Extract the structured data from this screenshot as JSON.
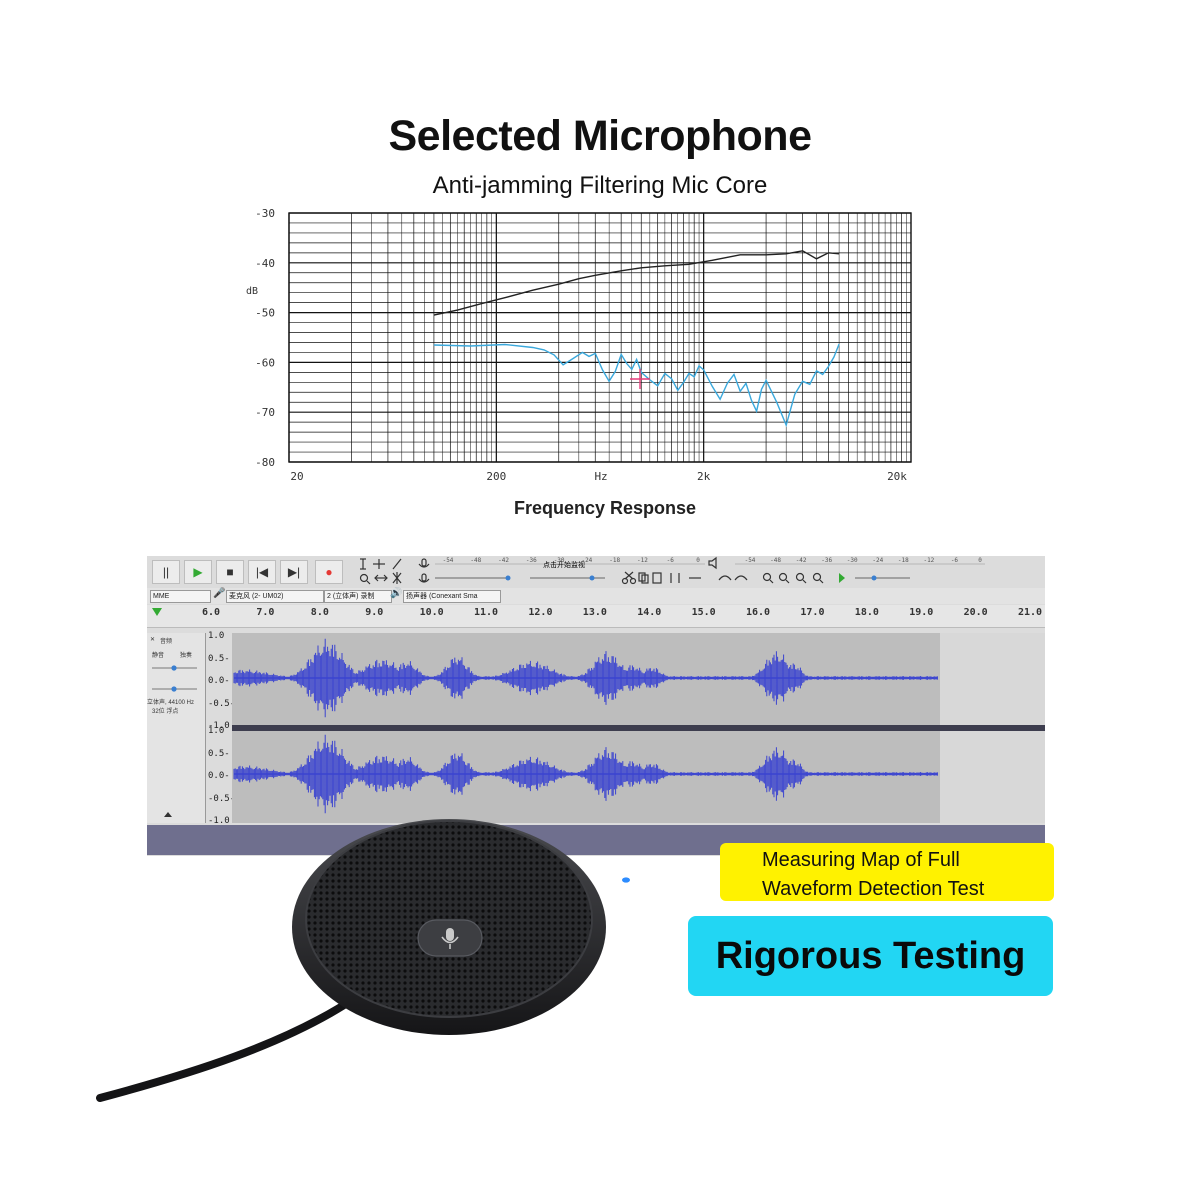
{
  "header": {
    "title": "Selected Microphone",
    "subtitle": "Anti-jamming Filtering Mic Core"
  },
  "chart_data": {
    "type": "line",
    "title": "Frequency Response",
    "xlabel": "Hz",
    "ylabel": "dB",
    "x_scale": "log",
    "xlim": [
      20,
      20000
    ],
    "ylim": [
      -80,
      -30
    ],
    "x_ticks": [
      "20",
      "200",
      "Hz",
      "2k",
      "20k"
    ],
    "y_ticks": [
      "-30",
      "-40",
      "-50",
      "-60",
      "-70",
      "-80"
    ],
    "grid": true,
    "series": [
      {
        "color": "#222222",
        "x": [
          100,
          130,
          170,
          220,
          300,
          400,
          500,
          600,
          800,
          1000,
          1300,
          1700,
          2200,
          3000,
          4000,
          5000,
          6000,
          7000,
          8000,
          9000
        ],
        "y": [
          -50.5,
          -49.5,
          -48.2,
          -47,
          -45.5,
          -44.3,
          -43.2,
          -42.5,
          -41.6,
          -41,
          -40.6,
          -40.3,
          -39.5,
          -38.4,
          -38.4,
          -38.2,
          -37.6,
          -39.2,
          -38,
          -38.2
        ]
      },
      {
        "color": "#3aa8dc",
        "x": [
          100,
          150,
          220,
          300,
          340,
          380,
          420,
          470,
          520,
          560,
          600,
          650,
          700,
          750,
          800,
          850,
          900,
          950,
          1000,
          1100,
          1200,
          1300,
          1400,
          1500,
          1600,
          1700,
          1800,
          1900,
          2000,
          2200,
          2400,
          2600,
          2800,
          3000,
          3200,
          3400,
          3600,
          3800,
          4000,
          4500,
          5000,
          5500,
          6000,
          6500,
          7000,
          7500,
          8000,
          8500,
          9000
        ],
        "y": [
          -56.5,
          -56.7,
          -56.4,
          -57,
          -57.5,
          -58.5,
          -60.5,
          -59.2,
          -58,
          -58.8,
          -58.2,
          -61.5,
          -63.8,
          -61.8,
          -58.4,
          -60.2,
          -61.4,
          -59.4,
          -62,
          -63.5,
          -64.7,
          -62.2,
          -63.3,
          -65.6,
          -64,
          -62.2,
          -62.9,
          -60.7,
          -61.5,
          -64.8,
          -67.4,
          -64.2,
          -62.4,
          -65.8,
          -64.2,
          -67.6,
          -69.8,
          -65.4,
          -63.6,
          -68,
          -72.6,
          -66.4,
          -63.8,
          -64.4,
          -61.7,
          -62.4,
          -60.8,
          -58.9,
          -56.3
        ]
      }
    ]
  },
  "daw": {
    "transport": [
      "||",
      "▶",
      "■",
      "|◀",
      "▶|",
      "●"
    ],
    "meter_scale": [
      "-54",
      "-48",
      "-42",
      "-36",
      "-30",
      "-24",
      "-18",
      "-12",
      "-6",
      "0"
    ],
    "meter_prompt": "点击开始监视",
    "host": "MME",
    "input_device": "麦克风 (2- UM02)",
    "channels": "2 (立体声) 录制",
    "output_device": "扬声器 (Conexant Sma",
    "timeline": [
      "6.0",
      "7.0",
      "8.0",
      "9.0",
      "10.0",
      "11.0",
      "12.0",
      "13.0",
      "14.0",
      "15.0",
      "16.0",
      "17.0",
      "18.0",
      "19.0",
      "20.0",
      "21.0"
    ],
    "track_name": "音频",
    "track_mute": "静音",
    "track_solo": "独奏",
    "track_rate": "立体声, 44100 Hz",
    "track_format": "32位 浮点",
    "amplitude_labels": [
      "1.0",
      "0.5-",
      "0.0-",
      "-0.5-",
      "-1.0"
    ]
  },
  "callouts": {
    "measuring_line1": "Measuring Map of Full",
    "measuring_line2": "Waveform Detection Test",
    "rigorous": "Rigorous Testing"
  },
  "colors": {
    "waveform": "#3a43d0",
    "callout_yellow": "#fff200",
    "callout_cyan": "#22d6f3",
    "record": "#e53935"
  }
}
